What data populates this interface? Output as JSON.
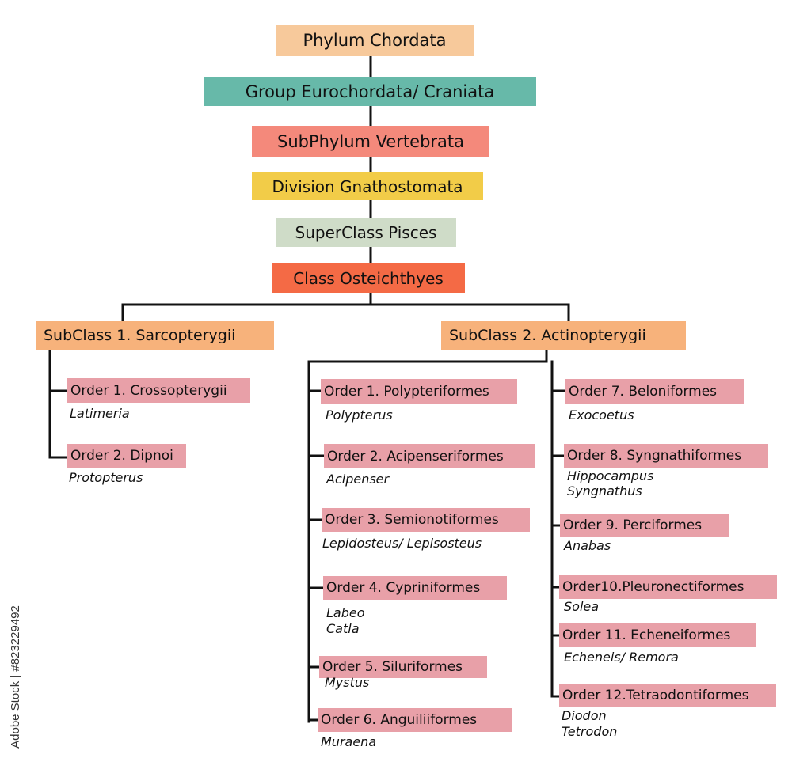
{
  "hierarchy": [
    {
      "label": "Phylum Chordata",
      "color": "#f7c99b"
    },
    {
      "label": "Group Eurochordata/ Craniata",
      "color": "#67b9a9"
    },
    {
      "label": "SubPhylum Vertebrata",
      "color": "#f4897b"
    },
    {
      "label": "Division Gnathostomata",
      "color": "#f2cc48"
    },
    {
      "label": "SuperClass Pisces",
      "color": "#cfdcc8"
    },
    {
      "label": "Class Osteichthyes",
      "color": "#f46a45"
    }
  ],
  "subclasses": {
    "sarcopterygii": {
      "label": "SubClass 1. Sarcopterygii",
      "color": "#f7b27b",
      "orders": [
        {
          "label": "Order 1. Crossopterygii",
          "examples": [
            "Latimeria"
          ]
        },
        {
          "label": "Order 2. Dipnoi",
          "examples": [
            "Protopterus"
          ]
        }
      ]
    },
    "actinopterygii": {
      "label": "SubClass 2. Actinopterygii",
      "color": "#f7b27b",
      "orders_left": [
        {
          "label": "Order 1. Polypteriformes",
          "examples": [
            "Polypterus"
          ]
        },
        {
          "label": "Order 2. Acipenseriformes",
          "examples": [
            "Acipenser"
          ]
        },
        {
          "label": "Order 3. Semionotiformes",
          "examples": [
            "Lepidosteus/ Lepisosteus"
          ]
        },
        {
          "label": "Order 4. Cypriniformes",
          "examples": [
            "Labeo",
            "Catla"
          ]
        },
        {
          "label": "Order 5. Siluriformes",
          "examples": [
            "Mystus"
          ]
        },
        {
          "label": "Order 6. Anguiliiformes",
          "examples": [
            "Muraena"
          ]
        }
      ],
      "orders_right": [
        {
          "label": "Order 7. Beloniformes",
          "examples": [
            "Exocoetus"
          ]
        },
        {
          "label": "Order 8. Syngnathiformes",
          "examples": [
            "Hippocampus",
            "Syngnathus"
          ]
        },
        {
          "label": "Order 9. Perciformes",
          "examples": [
            "Anabas"
          ]
        },
        {
          "label": "Order10.Pleuronectiformes",
          "examples": [
            "Solea"
          ]
        },
        {
          "label": "Order 11. Echeneiformes",
          "examples": [
            "Echeneis/ Remora"
          ]
        },
        {
          "label": "Order 12.Tetraodontiformes",
          "examples": [
            "Diodon",
            "Tetrodon"
          ]
        }
      ]
    }
  },
  "order_color": "#e8a0a8",
  "watermark": "Adobe Stock | #823229492"
}
